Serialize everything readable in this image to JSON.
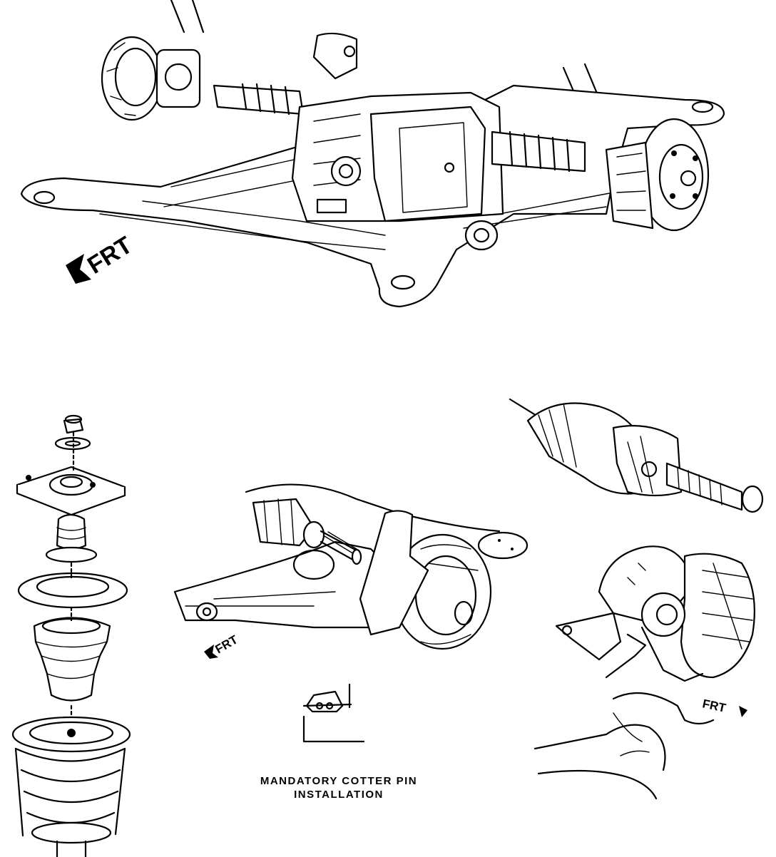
{
  "labels": {
    "frt_main": "FRT",
    "frt_knuckle": "FRT",
    "frt_hub": "FRT"
  },
  "caption": {
    "line1": "MANDATORY COTTER PIN",
    "line2": "INSTALLATION"
  },
  "icons": {
    "direction_arrow": "frt-arrow-icon"
  }
}
